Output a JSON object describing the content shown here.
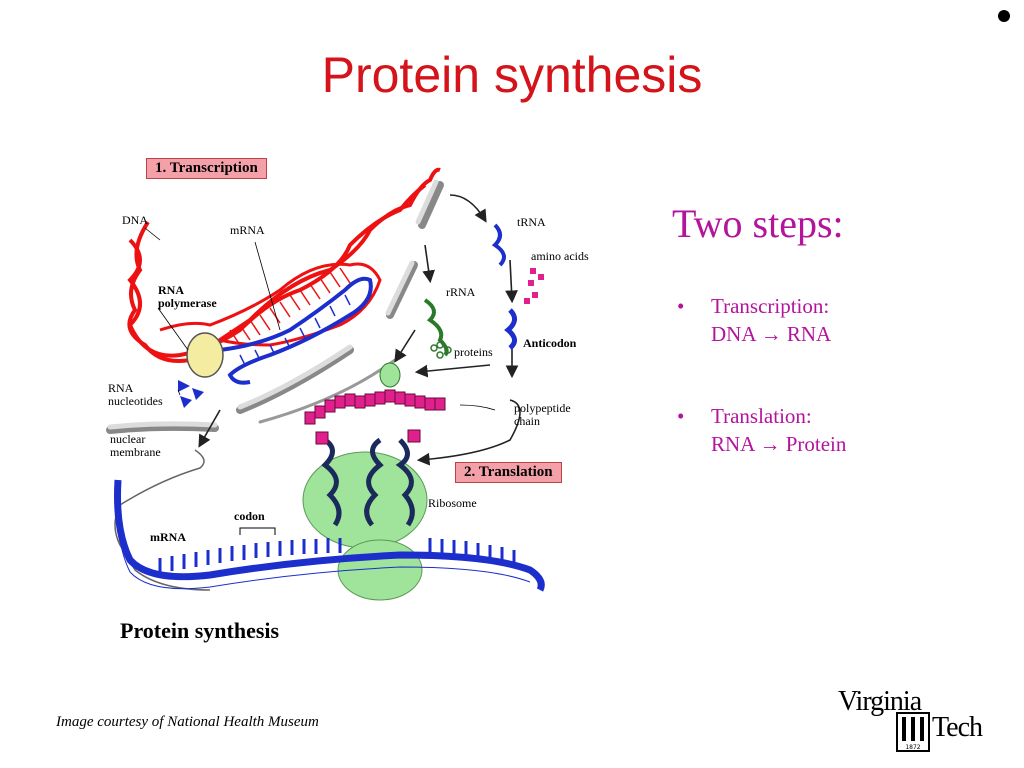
{
  "slide": {
    "title": "Protein synthesis",
    "corner_bullet": "•"
  },
  "figure": {
    "step1_label": "1. Transcription",
    "step2_label": "2. Translation",
    "labels": {
      "dna": "DNA",
      "mrna_top": "mRNA",
      "rna_polymerase": "RNA\npolymerase",
      "trna": "tRNA",
      "amino_acids": "amino acids",
      "rrna": "rRNA",
      "anticodon": "Anticodon",
      "proteins": "proteins",
      "rna_nucleotides": "RNA\nnucleotides",
      "polypeptide_chain": "polypeptide\nchain",
      "nuclear_membrane": "nuclear\nmembrane",
      "ribosome": "Ribosome",
      "codon": "codon",
      "mrna_bottom": "mRNA"
    },
    "caption": "Protein synthesis"
  },
  "steps": {
    "heading": "Two steps:",
    "items": [
      {
        "line1": "Transcription:",
        "from": "DNA",
        "arrow": "→",
        "to": "RNA"
      },
      {
        "line1": "Translation:",
        "from": "RNA",
        "arrow": "→",
        "to": "Protein"
      }
    ]
  },
  "credit": "Image courtesy of National Health Museum",
  "logo": {
    "line1": "Virginia",
    "line2": "Tech",
    "year": "1872"
  },
  "colors": {
    "title": "#d4141a",
    "body_text": "#b4139c",
    "dna_strand": "#ee1111",
    "mrna_strand": "#1c2ecc",
    "ribosome": "#9fe49a",
    "membrane": "#c8c8c8",
    "polypeptide": "#e0208c"
  }
}
